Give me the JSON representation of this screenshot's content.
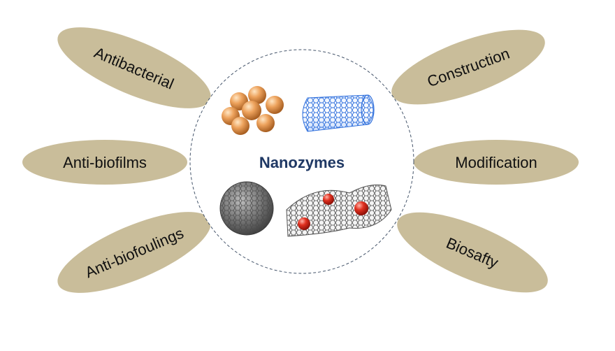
{
  "center": {
    "title": "Nanozymes"
  },
  "petals": [
    {
      "id": "antibacterial",
      "label": "Antibacterial"
    },
    {
      "id": "anti-biofilms",
      "label": "Anti-biofilms"
    },
    {
      "id": "anti-biofoulings",
      "label": "Anti-biofoulings"
    },
    {
      "id": "construction",
      "label": "Construction"
    },
    {
      "id": "modification",
      "label": "Modification"
    },
    {
      "id": "biosafty",
      "label": "Biosafty"
    }
  ],
  "colors": {
    "petal_fill": "#c9bd9a",
    "title": "#1f3864",
    "circle_stroke": "#44546a",
    "nanoparticle": "#e59a50",
    "nanotube": "#2f6fdc",
    "fullerene": "#6b6b6b",
    "graphene": "#5a5a5a",
    "red_particle": "#d8261c"
  },
  "icons": [
    "nanoparticle-cluster-icon",
    "carbon-nanotube-icon",
    "fullerene-icon",
    "graphene-sheet-icon"
  ]
}
